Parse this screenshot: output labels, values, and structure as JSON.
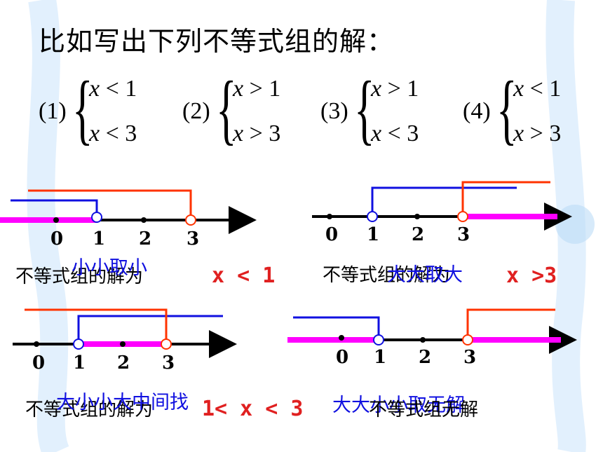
{
  "title": "比如写出下列不等式组的解：",
  "systems": [
    {
      "num": "(1)",
      "l1v": "x",
      "l1op": "<",
      "l1n": "1",
      "l2v": "x",
      "l2op": "<",
      "l2n": "3"
    },
    {
      "num": "(2)",
      "l1v": "x",
      "l1op": ">",
      "l1n": "1",
      "l2v": "x",
      "l2op": ">",
      "l2n": "3"
    },
    {
      "num": "(3)",
      "l1v": "x",
      "l1op": ">",
      "l1n": "1",
      "l2v": "x",
      "l2op": "<",
      "l2n": "3"
    },
    {
      "num": "(4)",
      "l1v": "x",
      "l1op": "<",
      "l1n": "1",
      "l2v": "x",
      "l2op": ">",
      "l2n": "3"
    }
  ],
  "tick_labels": [
    "0",
    "1",
    "2",
    "3"
  ],
  "solution_label": "不等式组的解为",
  "no_solution_label": "不等式组无解",
  "panels": [
    {
      "answer": "x < 1",
      "rule": "小小取小"
    },
    {
      "answer": "x >3",
      "rule": "大大取大"
    },
    {
      "answer": "1< x < 3",
      "rule": "大小小大中间找"
    },
    {
      "answer": "",
      "rule": "大大小小取无解"
    }
  ],
  "colors": {
    "blue": "#1010e0",
    "red": "#ff3300",
    "magenta": "#ff00ff",
    "axis": "#000000"
  }
}
